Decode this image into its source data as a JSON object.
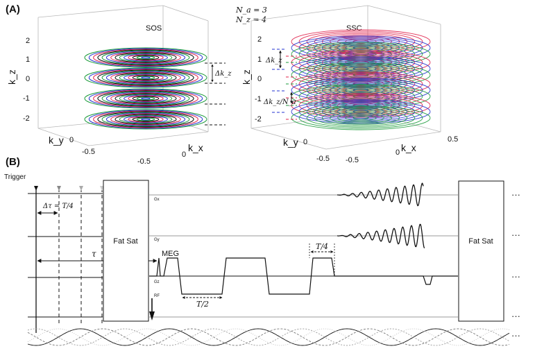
{
  "panel_a": {
    "label": "(A)",
    "params_line1": "N_a = 3",
    "params_line2": "N_z = 4",
    "sos": {
      "title": "SOS",
      "z_label": "k_z",
      "y_label": "k_y",
      "x_label": "k_x",
      "z_ticks": [
        "2",
        "1",
        "0",
        "-1",
        "-2"
      ],
      "y_ticks": [
        "0",
        "-0.5"
      ],
      "x_ticks": [
        "-0.5",
        "0"
      ],
      "delta_label": "Δk_z",
      "colors": [
        "#e0204a",
        "#2030d0",
        "#1a9a3a",
        "#000000"
      ]
    },
    "ssc": {
      "title": "SSC",
      "z_label": "k_z",
      "y_label": "k_y",
      "x_label": "k_x",
      "z_ticks": [
        "2",
        "1",
        "0",
        "-1",
        "-2"
      ],
      "y_ticks": [
        "0",
        "-0.5"
      ],
      "x_ticks": [
        "-0.5",
        "0",
        "0.5"
      ],
      "x_right_tick": "0.5",
      "delta_label_1": "Δk_z",
      "delta_label_2": "Δk_z/N_a",
      "colors": [
        "#e0204a",
        "#2030d0",
        "#1a9a3a"
      ]
    }
  },
  "panel_b": {
    "label": "(B)",
    "trigger_label": "Trigger",
    "delta_tau_label": "Δτ = T/4",
    "tau_label": "τ",
    "fat_sat_label_1": "Fat Sat",
    "fat_sat_label_2": "Fat Sat",
    "gx_label": "Gx",
    "gy_label": "Gy",
    "gz_label": "Gz",
    "rf_label": "RF",
    "meg_label": "MEG",
    "t_half_label": "T/2",
    "t_quarter_label": "T/4",
    "ellipsis": "···"
  }
}
